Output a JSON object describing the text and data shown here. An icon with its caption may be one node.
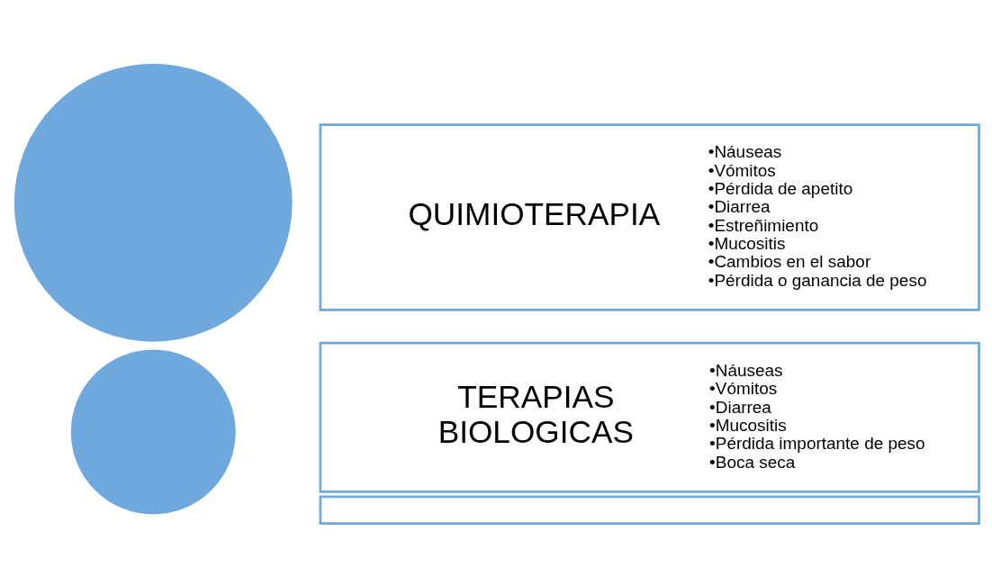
{
  "diagram": {
    "nodes": [
      {
        "text": [],
        "shape": "circle"
      },
      {
        "text": [],
        "shape": "circle"
      },
      {
        "text": [
          "QUIMIOTERAPIA",
          "•Náuseas",
          "•Vómitos",
          "•Pérdida de apetito",
          "•Diarrea",
          "•Estreñimiento",
          "•Mucositis",
          "•Cambios en el sabor",
          "•Pérdida o ganancia de peso"
        ]
      },
      {
        "text": [
          "TERAPIAS BIOLOGICAS",
          "•Náuseas",
          "•Vómitos",
          "•Diarrea",
          "•Mucositis",
          "•Pérdida importante de peso",
          "•Boca seca"
        ]
      },
      {
        "text": [],
        "shape": "box"
      }
    ]
  }
}
